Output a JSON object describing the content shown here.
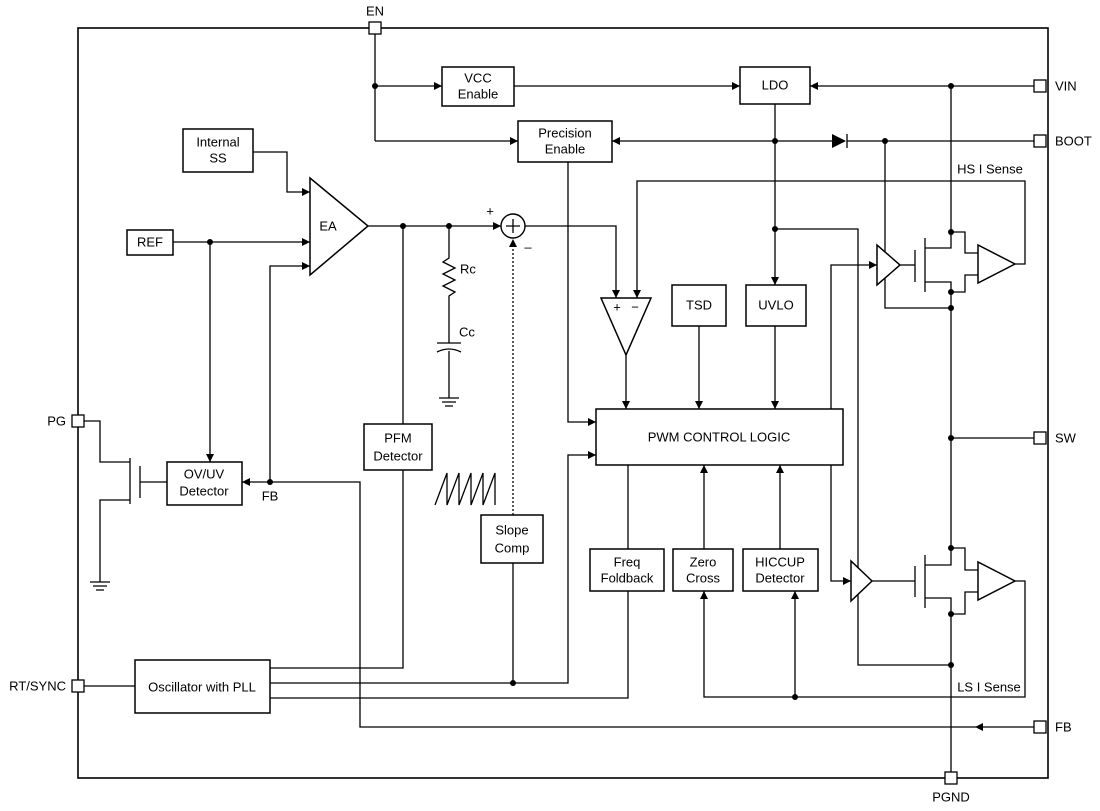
{
  "pins": {
    "en": "EN",
    "vin": "VIN",
    "boot": "BOOT",
    "sw": "SW",
    "fb": "FB",
    "pgnd": "PGND",
    "pg": "PG",
    "rt_sync": "RT/SYNC"
  },
  "blocks": {
    "vcc_enable": [
      "VCC",
      "Enable"
    ],
    "ldo": "LDO",
    "precision_enable": [
      "Precision",
      "Enable"
    ],
    "internal_ss": [
      "Internal",
      "SS"
    ],
    "ref": "REF",
    "ea": "EA",
    "tsd": "TSD",
    "uvlo": "UVLO",
    "pwm_control_logic": "PWM CONTROL LOGIC",
    "pfm_detector": [
      "PFM",
      "Detector"
    ],
    "ovuv_detector": [
      "OV/UV",
      "Detector"
    ],
    "slope_comp": [
      "Slope",
      "Comp"
    ],
    "freq_foldback": [
      "Freq",
      "Foldback"
    ],
    "zero_cross": [
      "Zero",
      "Cross"
    ],
    "hiccup_detector": [
      "HICCUP",
      "Detector"
    ],
    "oscillator": "Oscillator with PLL"
  },
  "labels": {
    "rc": "Rc",
    "cc": "Cc",
    "fb_internal": "FB",
    "hs_i_sense": "HS I Sense",
    "ls_i_sense": "LS I Sense",
    "sum_plus": "+",
    "sum_minus": "–",
    "comp_plus": "+",
    "comp_minus": "−"
  }
}
